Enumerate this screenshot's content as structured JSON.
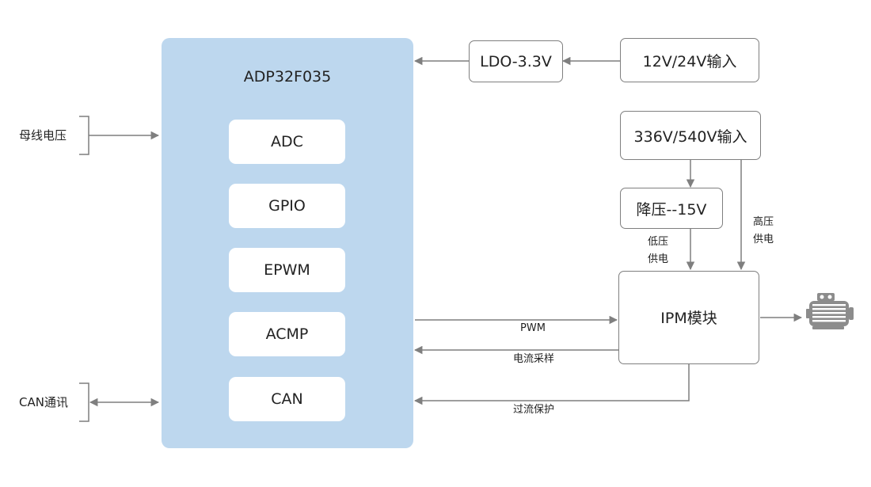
{
  "chip": {
    "title": "ADP32F035",
    "modules": [
      "ADC",
      "GPIO",
      "EPWM",
      "ACMP",
      "CAN"
    ]
  },
  "inputs": {
    "bus_voltage": "母线电压",
    "can_comm": "CAN通讯"
  },
  "power": {
    "ldo": "LDO-3.3V",
    "low_input": "12V/24V输入",
    "high_input": "336V/540V输入",
    "buck": "降压--15V",
    "low_supply": [
      "低压",
      "供电"
    ],
    "high_supply": [
      "高压",
      "供电"
    ]
  },
  "ipm": {
    "label": "IPM模块"
  },
  "signals": {
    "pwm": "PWM",
    "current_sampling": "电流采样",
    "overcurrent_protection": "过流保护"
  },
  "icons": {
    "motor": "motor-icon"
  },
  "colors": {
    "chip_fill": "#bdd7ee",
    "line": "#7f7f7f",
    "motor": "#8c8c8c"
  }
}
